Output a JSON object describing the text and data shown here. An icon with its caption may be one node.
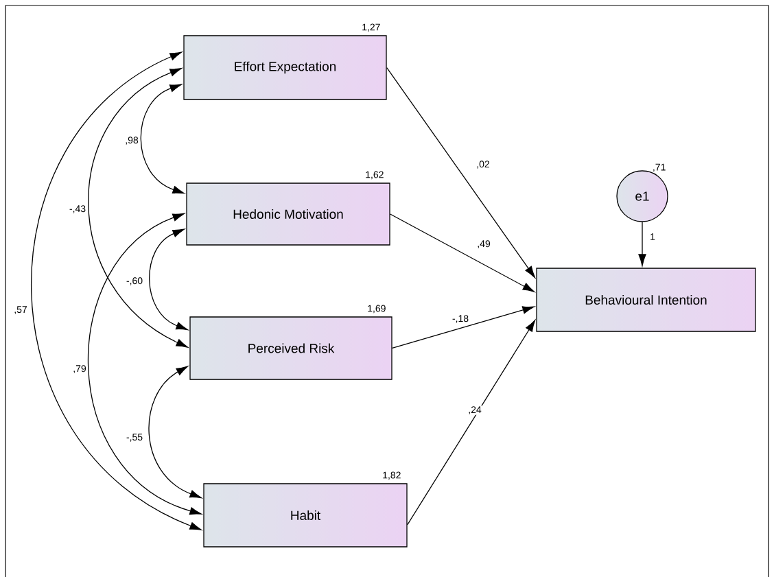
{
  "diagram": {
    "nodes": [
      {
        "text": [
          "Effort Expectation"
        ],
        "beside": [
          "1,27"
        ]
      },
      {
        "text": [
          "Hedonic Motivation"
        ],
        "beside": [
          "1,62"
        ]
      },
      {
        "text": [
          "Perceived Risk"
        ],
        "beside": [
          "1,69"
        ]
      },
      {
        "text": [
          "Habit"
        ],
        "beside": [
          "1,82"
        ]
      },
      {
        "text": [
          "e1"
        ],
        "beside": [
          ",71"
        ]
      },
      {
        "text": [
          "Behavioural Intention"
        ]
      }
    ],
    "edges": [
      {
        "from": 0,
        "to": 5,
        "arrow": "to",
        "label": ",02"
      },
      {
        "from": 1,
        "to": 5,
        "arrow": "to",
        "label": ",49"
      },
      {
        "from": 2,
        "to": 5,
        "arrow": "to",
        "label": "-,18"
      },
      {
        "from": 3,
        "to": 5,
        "arrow": "to",
        "label": ",24"
      },
      {
        "from": 4,
        "to": 5,
        "arrow": "to",
        "label": "1"
      },
      {
        "from": 0,
        "to": 1,
        "arrow": "both",
        "label": ",98"
      },
      {
        "from": 0,
        "to": 2,
        "arrow": "both",
        "label": "-,43"
      },
      {
        "from": 0,
        "to": 3,
        "arrow": "both",
        "label": ",57"
      },
      {
        "from": 1,
        "to": 2,
        "arrow": "both",
        "label": "-,60"
      },
      {
        "from": 1,
        "to": 3,
        "arrow": "both",
        "label": ",79"
      },
      {
        "from": 2,
        "to": 3,
        "arrow": "both",
        "label": "-,55"
      }
    ]
  }
}
